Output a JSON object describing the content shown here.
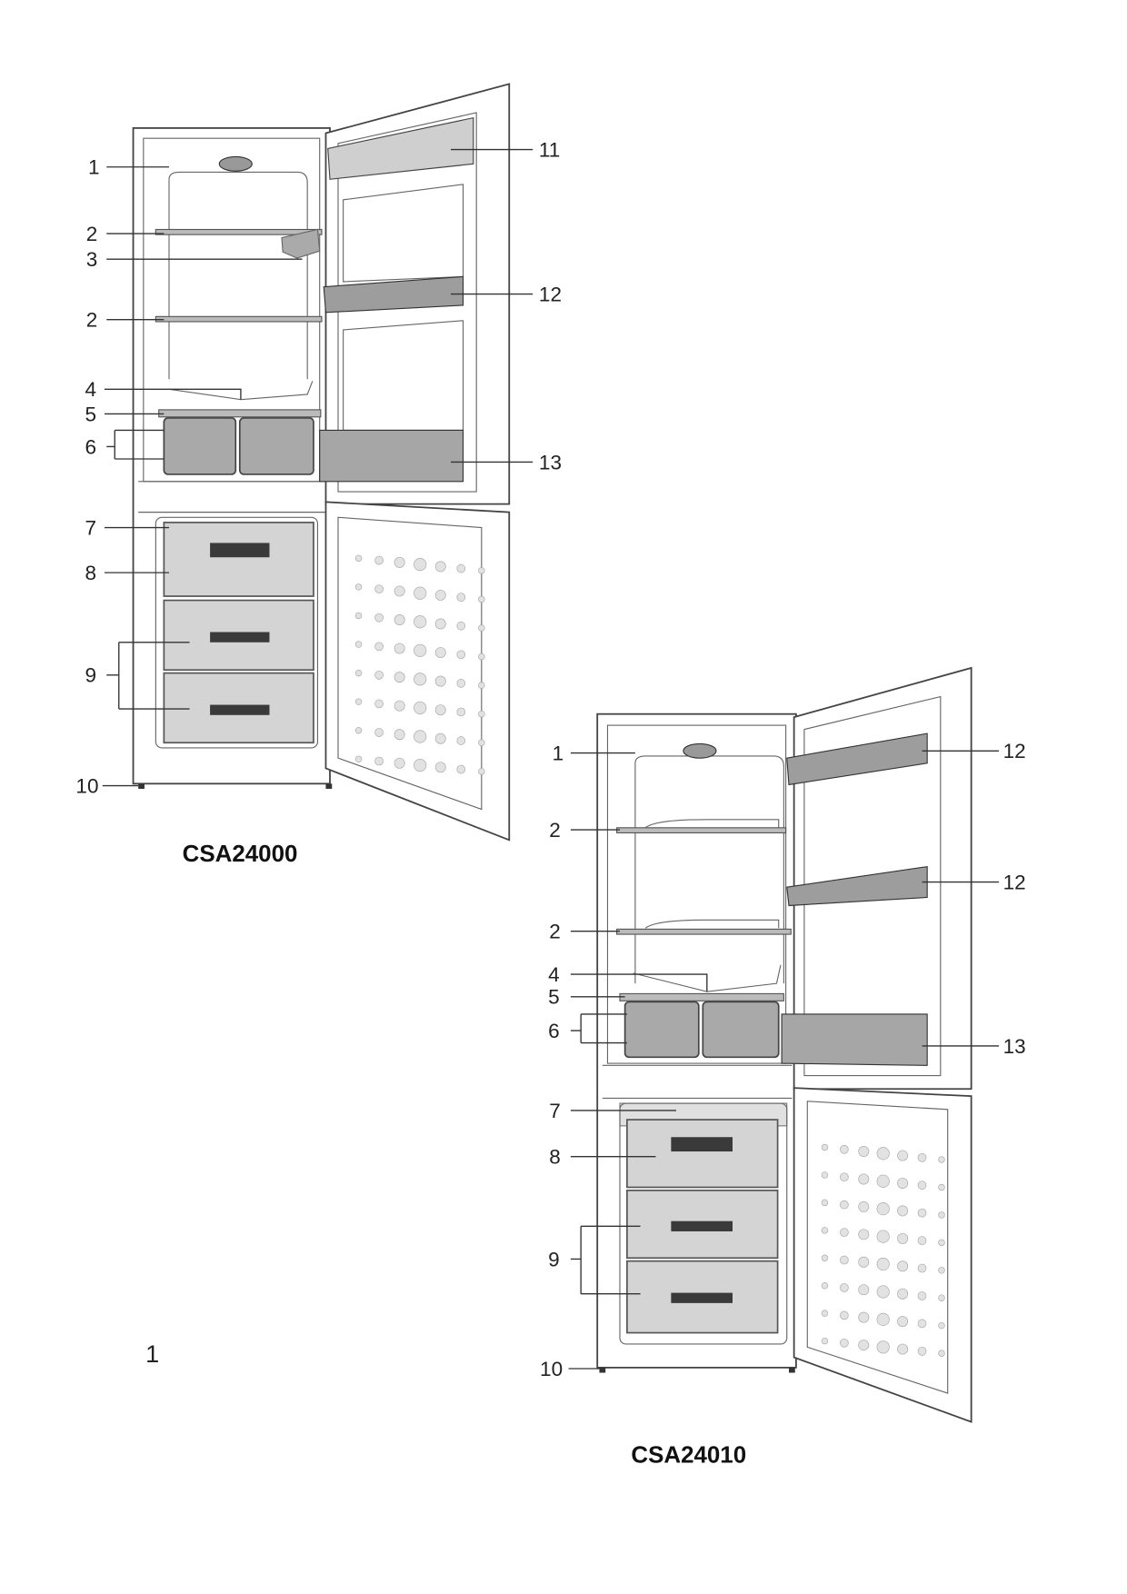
{
  "page_number": "1",
  "models": [
    {
      "name": "CSA24000",
      "left_callouts": [
        "1",
        "2",
        "3",
        "2",
        "4",
        "5",
        "6",
        "7",
        "8",
        "9",
        "10"
      ],
      "right_callouts": [
        "11",
        "12",
        "13"
      ]
    },
    {
      "name": "CSA24010",
      "left_callouts": [
        "1",
        "2",
        "2",
        "4",
        "5",
        "6",
        "7",
        "8",
        "9",
        "10"
      ],
      "right_callouts": [
        "12",
        "12",
        "13"
      ]
    }
  ]
}
